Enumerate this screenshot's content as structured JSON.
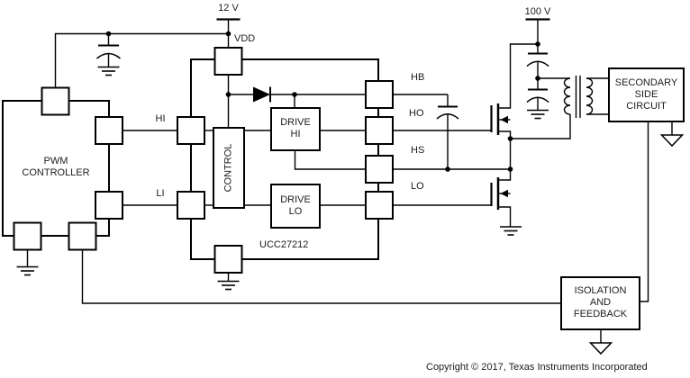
{
  "labels": {
    "supply_12v": "12 V",
    "supply_100v": "100 V",
    "pin_vdd": "VDD",
    "pin_hi": "HI",
    "pin_li": "LI",
    "pin_hb": "HB",
    "pin_ho": "HO",
    "pin_hs": "HS",
    "pin_lo": "LO",
    "part_number": "UCC27212"
  },
  "blocks": {
    "pwm": {
      "line1": "PWM",
      "line2": "CONTROLLER"
    },
    "control": "CONTROL",
    "drive_hi": {
      "line1": "DRIVE",
      "line2": "HI"
    },
    "drive_lo": {
      "line1": "DRIVE",
      "line2": "LO"
    },
    "secondary": {
      "line1": "SECONDARY",
      "line2": "SIDE",
      "line3": "CIRCUIT"
    },
    "isolation": {
      "line1": "ISOLATION",
      "line2": "AND",
      "line3": "FEEDBACK"
    }
  },
  "footer": {
    "copyright": "Copyright © 2017, Texas Instruments Incorporated"
  },
  "colors": {
    "line": "#000000",
    "background": "#ffffff"
  }
}
